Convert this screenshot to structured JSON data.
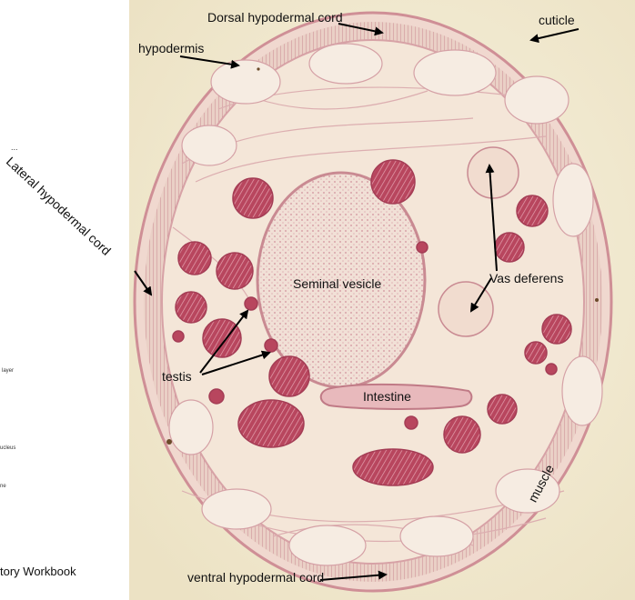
{
  "labels": {
    "dorsal": "Dorsal hypodermal cord",
    "cuticle": "cuticle",
    "hypodermis": "hypodermis",
    "lateral": "Lateral hypodermal cord",
    "seminal": "Seminal vesicle",
    "vas": "Vas deferens",
    "testis": "testis",
    "intestine": "Intestine",
    "muscle": "muscle",
    "ventral": "ventral hypodermal cord"
  },
  "margin_fragments": {
    "top": "...",
    "layer": "layer",
    "nucleus": "ucleus",
    "ne": "ne",
    "workbook": "tory Workbook"
  },
  "colors": {
    "background_slide": "#f3ebd3",
    "tissue_pink": "#d98fa0",
    "cell_red": "#b8465e",
    "arrow": "#000000"
  }
}
